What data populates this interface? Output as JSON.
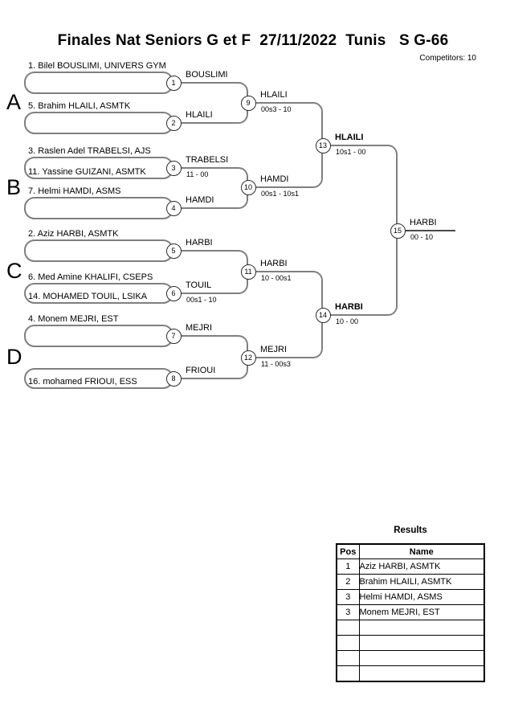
{
  "header": {
    "title": "Finales Nat Seniors G et F  27/11/2022  Tunis   S G-66",
    "competitors": "Competitors: 10"
  },
  "bracket": {
    "groups": [
      {
        "label": "A"
      },
      {
        "label": "B"
      },
      {
        "label": "C"
      },
      {
        "label": "D"
      }
    ],
    "entries": [
      {
        "name": "1. Bilel BOUSLIMI, UNIVERS GYM"
      },
      {
        "name": "5. Brahim HLAILI, ASMTK"
      },
      {
        "name": "3. Raslen Adel TRABELSI, AJS"
      },
      {
        "name": "11. Yassine GUIZANI, ASMTK"
      },
      {
        "name": "7. Helmi HAMDI, ASMS"
      },
      {
        "name": "2. Aziz HARBI, ASMTK"
      },
      {
        "name": "6. Med Amine KHALIFI, CSEPS"
      },
      {
        "name": "14. MOHAMED TOUIL, LSIKA"
      },
      {
        "name": "4. Monem MEJRI, EST"
      },
      {
        "name": "16. mohamed FRIOUI, ESS"
      }
    ],
    "matches": [
      {
        "num": "1",
        "winner": "BOUSLIMI",
        "score": ""
      },
      {
        "num": "2",
        "winner": "HLAILI",
        "score": ""
      },
      {
        "num": "3",
        "winner": "TRABELSI",
        "score": "11 - 00"
      },
      {
        "num": "4",
        "winner": "HAMDI",
        "score": ""
      },
      {
        "num": "5",
        "winner": "HARBI",
        "score": ""
      },
      {
        "num": "6",
        "winner": "TOUIL",
        "score": "00s1 - 10"
      },
      {
        "num": "7",
        "winner": "MEJRI",
        "score": ""
      },
      {
        "num": "8",
        "winner": "FRIOUI",
        "score": ""
      },
      {
        "num": "9",
        "winner": "HLAILI",
        "score": "00s3 - 10"
      },
      {
        "num": "10",
        "winner": "HAMDI",
        "score": "00s1 - 10s1"
      },
      {
        "num": "11",
        "winner": "HARBI",
        "score": "10 - 00s1"
      },
      {
        "num": "12",
        "winner": "MEJRI",
        "score": "11 - 00s3"
      },
      {
        "num": "13",
        "winner": "HLAILI",
        "score": "10s1 - 00"
      },
      {
        "num": "14",
        "winner": "HARBI",
        "score": "10 - 00"
      },
      {
        "num": "15",
        "winner": "HARBI",
        "score": "00 - 10"
      }
    ],
    "line_colors": {
      "bracket_line": "#7f7f7f",
      "circle_border": "#2b2b2b"
    }
  },
  "results": {
    "title": "Results",
    "columns": [
      "Pos",
      "Name"
    ],
    "rows": [
      [
        "1",
        "Aziz HARBI, ASMTK"
      ],
      [
        "2",
        "Brahim HLAILI, ASMTK"
      ],
      [
        "3",
        "Helmi HAMDI, ASMS"
      ],
      [
        "3",
        "Monem MEJRI, EST"
      ],
      [
        "",
        ""
      ],
      [
        "",
        ""
      ],
      [
        "",
        ""
      ],
      [
        "",
        ""
      ]
    ]
  }
}
